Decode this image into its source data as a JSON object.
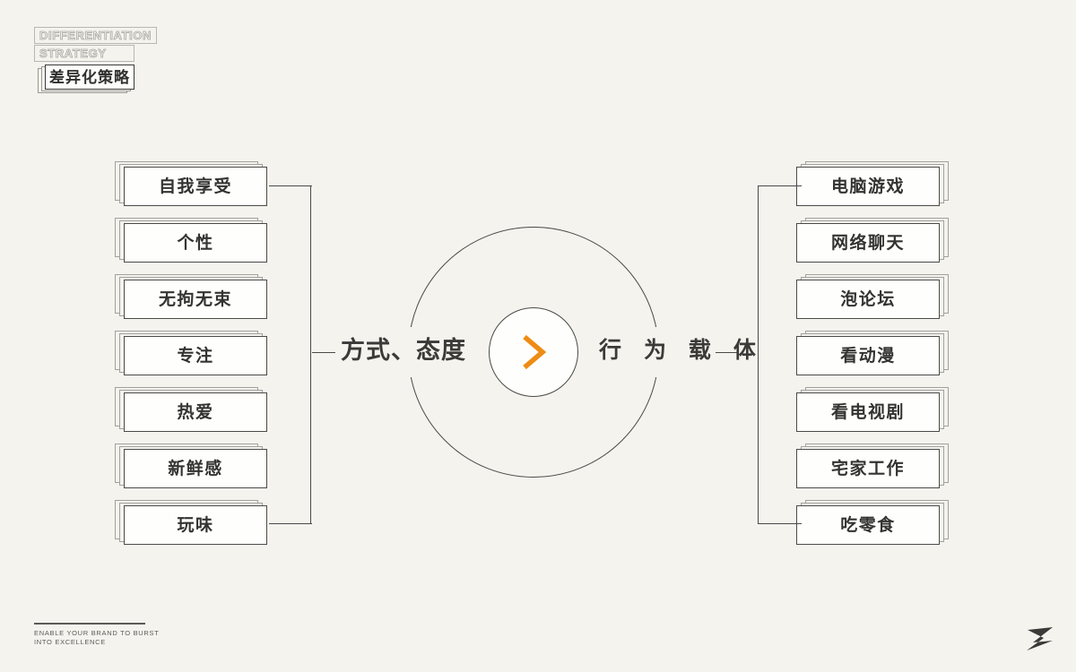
{
  "background_color": "#f5f3ee",
  "accent_color": "#ee8c14",
  "line_color": "#4a4a47",
  "logo": {
    "line1": "DIFFERENTIATION",
    "line2": "STRATEGY",
    "chinese": "差异化策略"
  },
  "diagram": {
    "left_group": {
      "heading": "方式、态度",
      "items": [
        {
          "label": "自我享受"
        },
        {
          "label": "个性"
        },
        {
          "label": "无拘无束"
        },
        {
          "label": "专注"
        },
        {
          "label": "热爱"
        },
        {
          "label": "新鲜感"
        },
        {
          "label": "玩味"
        }
      ]
    },
    "right_group": {
      "heading": "行 为 载 体",
      "items": [
        {
          "label": "电脑游戏"
        },
        {
          "label": "网络聊天"
        },
        {
          "label": "泡论坛"
        },
        {
          "label": "看动漫"
        },
        {
          "label": "看电视剧"
        },
        {
          "label": "宅家工作"
        },
        {
          "label": "吃零食"
        }
      ]
    },
    "center_icon": "chevron-right-icon"
  },
  "footer": {
    "line1": "ENABLE YOUR BRAND TO BURST",
    "line2": "INTO EXCELLENCE",
    "brand_mark": "z-logo-mark"
  }
}
